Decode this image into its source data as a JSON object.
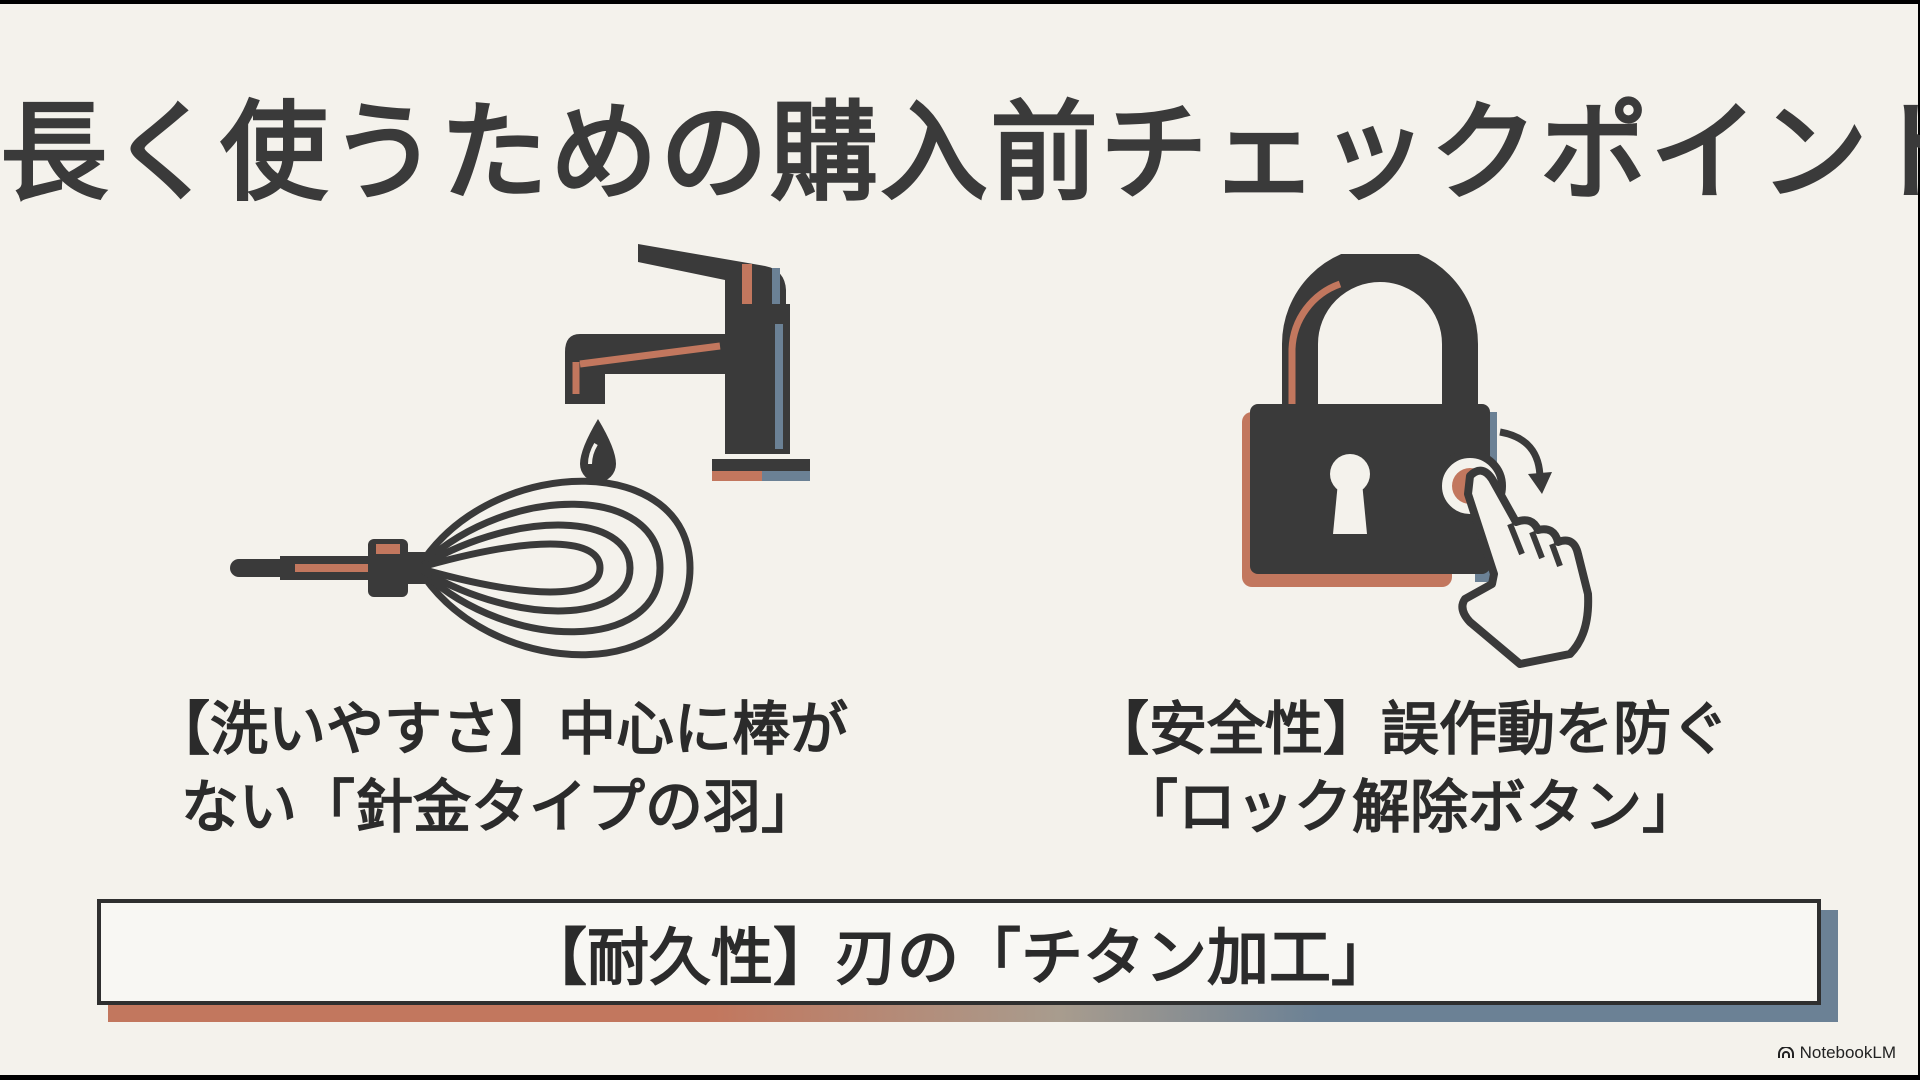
{
  "slide": {
    "title": "長く使うための購入前チェックポイント",
    "points": [
      {
        "line1": "【洗いやすさ】中心に棒が",
        "line2": "ない「針金タイプの羽」",
        "icon": "faucet-and-whisk-icon"
      },
      {
        "line1": "【安全性】誤作動を防ぐ",
        "line2": "「ロック解除ボタン」",
        "icon": "padlock-press-button-icon"
      }
    ],
    "highlight": "【耐久性】刃の「チタン加工」",
    "brand": "NotebookLM"
  },
  "colors": {
    "dark": "#3a3a3a",
    "copper": "#c2775e",
    "steel": "#6b8195",
    "background": "#f4f2ec"
  }
}
